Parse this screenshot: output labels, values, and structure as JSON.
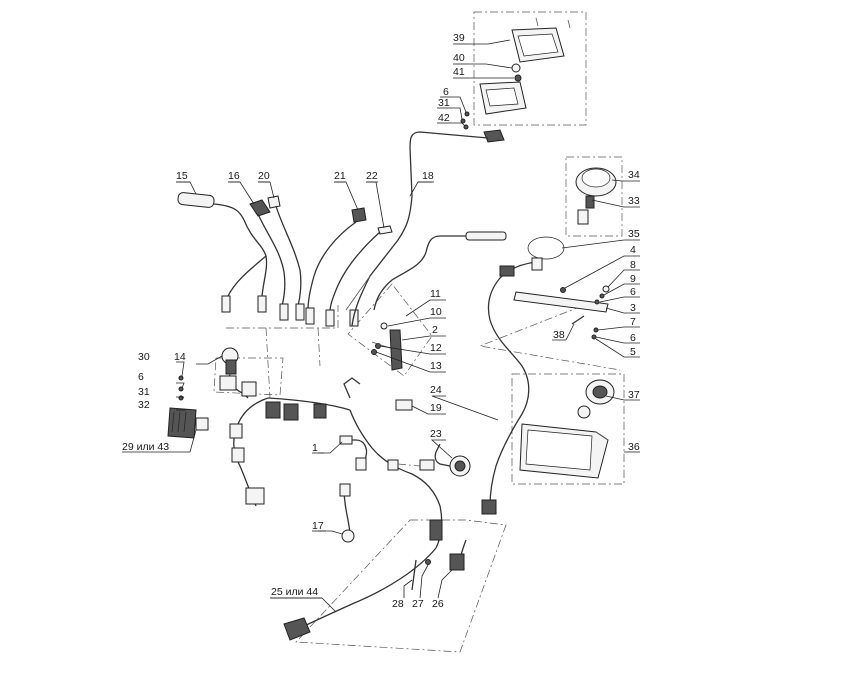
{
  "callouts": [
    {
      "id": "c39",
      "text": "39"
    },
    {
      "id": "c40",
      "text": "40"
    },
    {
      "id": "c41",
      "text": "41"
    },
    {
      "id": "c6a",
      "text": "6"
    },
    {
      "id": "c31a",
      "text": "31"
    },
    {
      "id": "c42",
      "text": "42"
    },
    {
      "id": "c34",
      "text": "34"
    },
    {
      "id": "c33",
      "text": "33"
    },
    {
      "id": "c35",
      "text": "35"
    },
    {
      "id": "c4",
      "text": "4"
    },
    {
      "id": "c8",
      "text": "8"
    },
    {
      "id": "c9",
      "text": "9"
    },
    {
      "id": "c6b",
      "text": "6"
    },
    {
      "id": "c3",
      "text": "3"
    },
    {
      "id": "c7",
      "text": "7"
    },
    {
      "id": "c6c",
      "text": "6"
    },
    {
      "id": "c5",
      "text": "5"
    },
    {
      "id": "c38",
      "text": "38"
    },
    {
      "id": "c37",
      "text": "37"
    },
    {
      "id": "c36",
      "text": "36"
    },
    {
      "id": "c15",
      "text": "15"
    },
    {
      "id": "c16",
      "text": "16"
    },
    {
      "id": "c20",
      "text": "20"
    },
    {
      "id": "c21",
      "text": "21"
    },
    {
      "id": "c22",
      "text": "22"
    },
    {
      "id": "c18",
      "text": "18"
    },
    {
      "id": "c11",
      "text": "11"
    },
    {
      "id": "c10",
      "text": "10"
    },
    {
      "id": "c2",
      "text": "2"
    },
    {
      "id": "c12",
      "text": "12"
    },
    {
      "id": "c13",
      "text": "13"
    },
    {
      "id": "c30",
      "text": "30"
    },
    {
      "id": "c14",
      "text": "14"
    },
    {
      "id": "c6d",
      "text": "6"
    },
    {
      "id": "c31b",
      "text": "31"
    },
    {
      "id": "c32",
      "text": "32"
    },
    {
      "id": "c2943",
      "text": "29 или 43"
    },
    {
      "id": "c24",
      "text": "24"
    },
    {
      "id": "c19",
      "text": "19"
    },
    {
      "id": "c1",
      "text": "1"
    },
    {
      "id": "c23",
      "text": "23"
    },
    {
      "id": "c17",
      "text": "17"
    },
    {
      "id": "c2544",
      "text": "25 или 44"
    },
    {
      "id": "c28",
      "text": "28"
    },
    {
      "id": "c27",
      "text": "27"
    },
    {
      "id": "c26",
      "text": "26"
    }
  ]
}
